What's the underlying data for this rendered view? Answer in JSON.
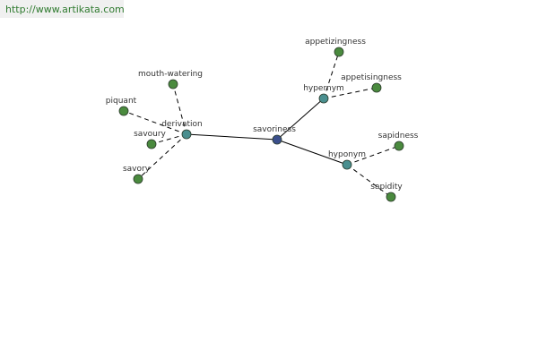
{
  "site": {
    "url": "http://www.artikata.com"
  },
  "colors": {
    "background": "#ffffff",
    "edge": "#000000",
    "root_fill": "#3b4f8c",
    "relation_fill": "#4a8f8f",
    "word_fill": "#4a8a3e",
    "node_stroke": "#2a3a2a",
    "link": "#2f7a2f"
  },
  "graph": {
    "root": {
      "id": "savoriness",
      "label": "savoriness"
    },
    "relations": [
      {
        "id": "derivation",
        "label": "derivation",
        "words": [
          {
            "id": "mouth-watering",
            "label": "mouth-watering"
          },
          {
            "id": "piquant",
            "label": "piquant"
          },
          {
            "id": "savoury",
            "label": "savoury"
          },
          {
            "id": "savory",
            "label": "savory"
          }
        ]
      },
      {
        "id": "hypernym",
        "label": "hypernym",
        "words": [
          {
            "id": "appetizingness",
            "label": "appetizingness"
          },
          {
            "id": "appetisingness",
            "label": "appetisingness"
          }
        ]
      },
      {
        "id": "hyponym",
        "label": "hyponym",
        "words": [
          {
            "id": "sapidness",
            "label": "sapidness"
          },
          {
            "id": "sapidity",
            "label": "sapidity"
          }
        ]
      }
    ]
  }
}
